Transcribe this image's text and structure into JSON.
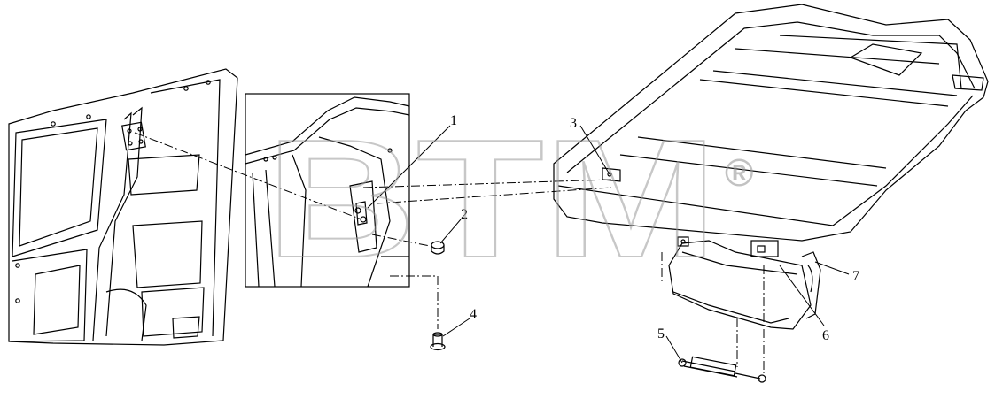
{
  "diagram": {
    "callouts": [
      "1",
      "2",
      "3",
      "4",
      "5",
      "6",
      "7"
    ]
  },
  "watermark": {
    "text": "BTM",
    "registered_mark": "®"
  },
  "colors": {
    "line": "#000000",
    "watermark": "#9a9a9a",
    "background": "#ffffff"
  }
}
